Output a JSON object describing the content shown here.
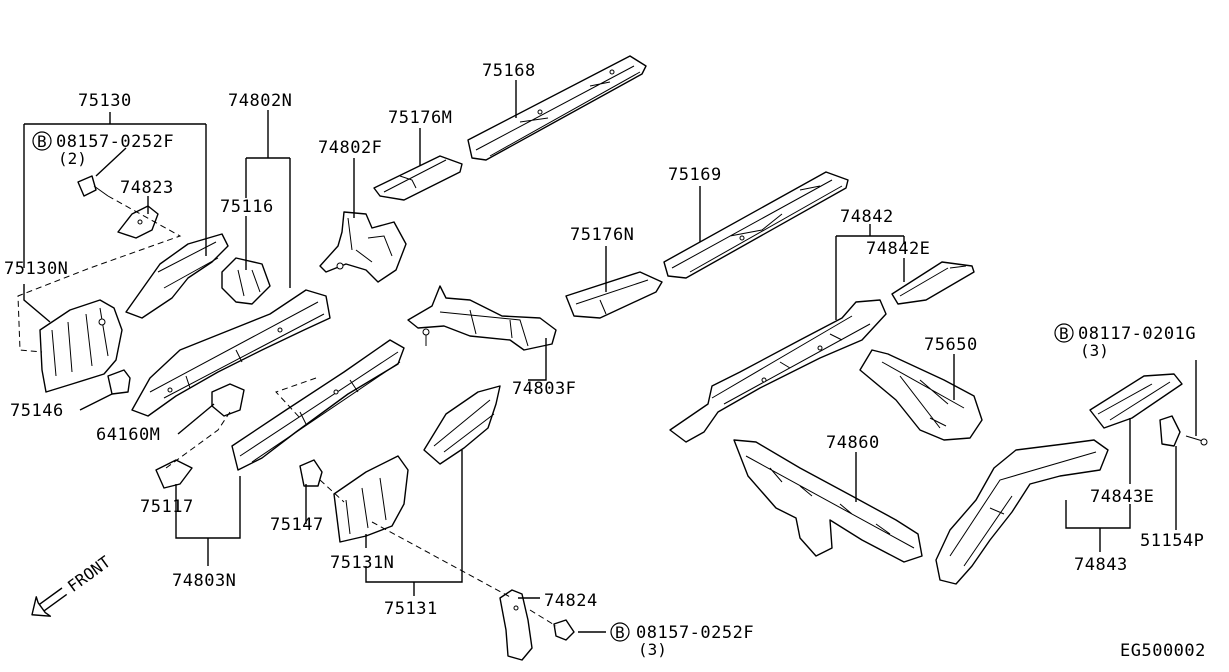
{
  "diagram": {
    "code": "EG500002",
    "front_label": "FRONT",
    "labels": {
      "l75130": "75130",
      "l74802N": "74802N",
      "l75168": "75168",
      "l75176M": "75176M",
      "l74802F": "74802F",
      "bolt1_num": "08157-0252F",
      "bolt1_qty": "(2)",
      "l74823": "74823",
      "l75116": "75116",
      "l75169": "75169",
      "l74842": "74842",
      "l74842E": "74842E",
      "l75176N": "75176N",
      "l75130N": "75130N",
      "l75650": "75650",
      "bolt2_num": "08117-0201G",
      "bolt2_qty": "(3)",
      "l75146": "75146",
      "l64160M": "64160M",
      "l74803F": "74803F",
      "l74860": "74860",
      "l75117": "75117",
      "l75147": "75147",
      "l74843E": "74843E",
      "l75131N": "75131N",
      "l51154P": "51154P",
      "l74803N": "74803N",
      "l74843": "74843",
      "l75131": "75131",
      "l74824": "74824",
      "bolt3_num": "08157-0252F",
      "bolt3_qty": "(3)",
      "bolt_marker": "B"
    }
  }
}
